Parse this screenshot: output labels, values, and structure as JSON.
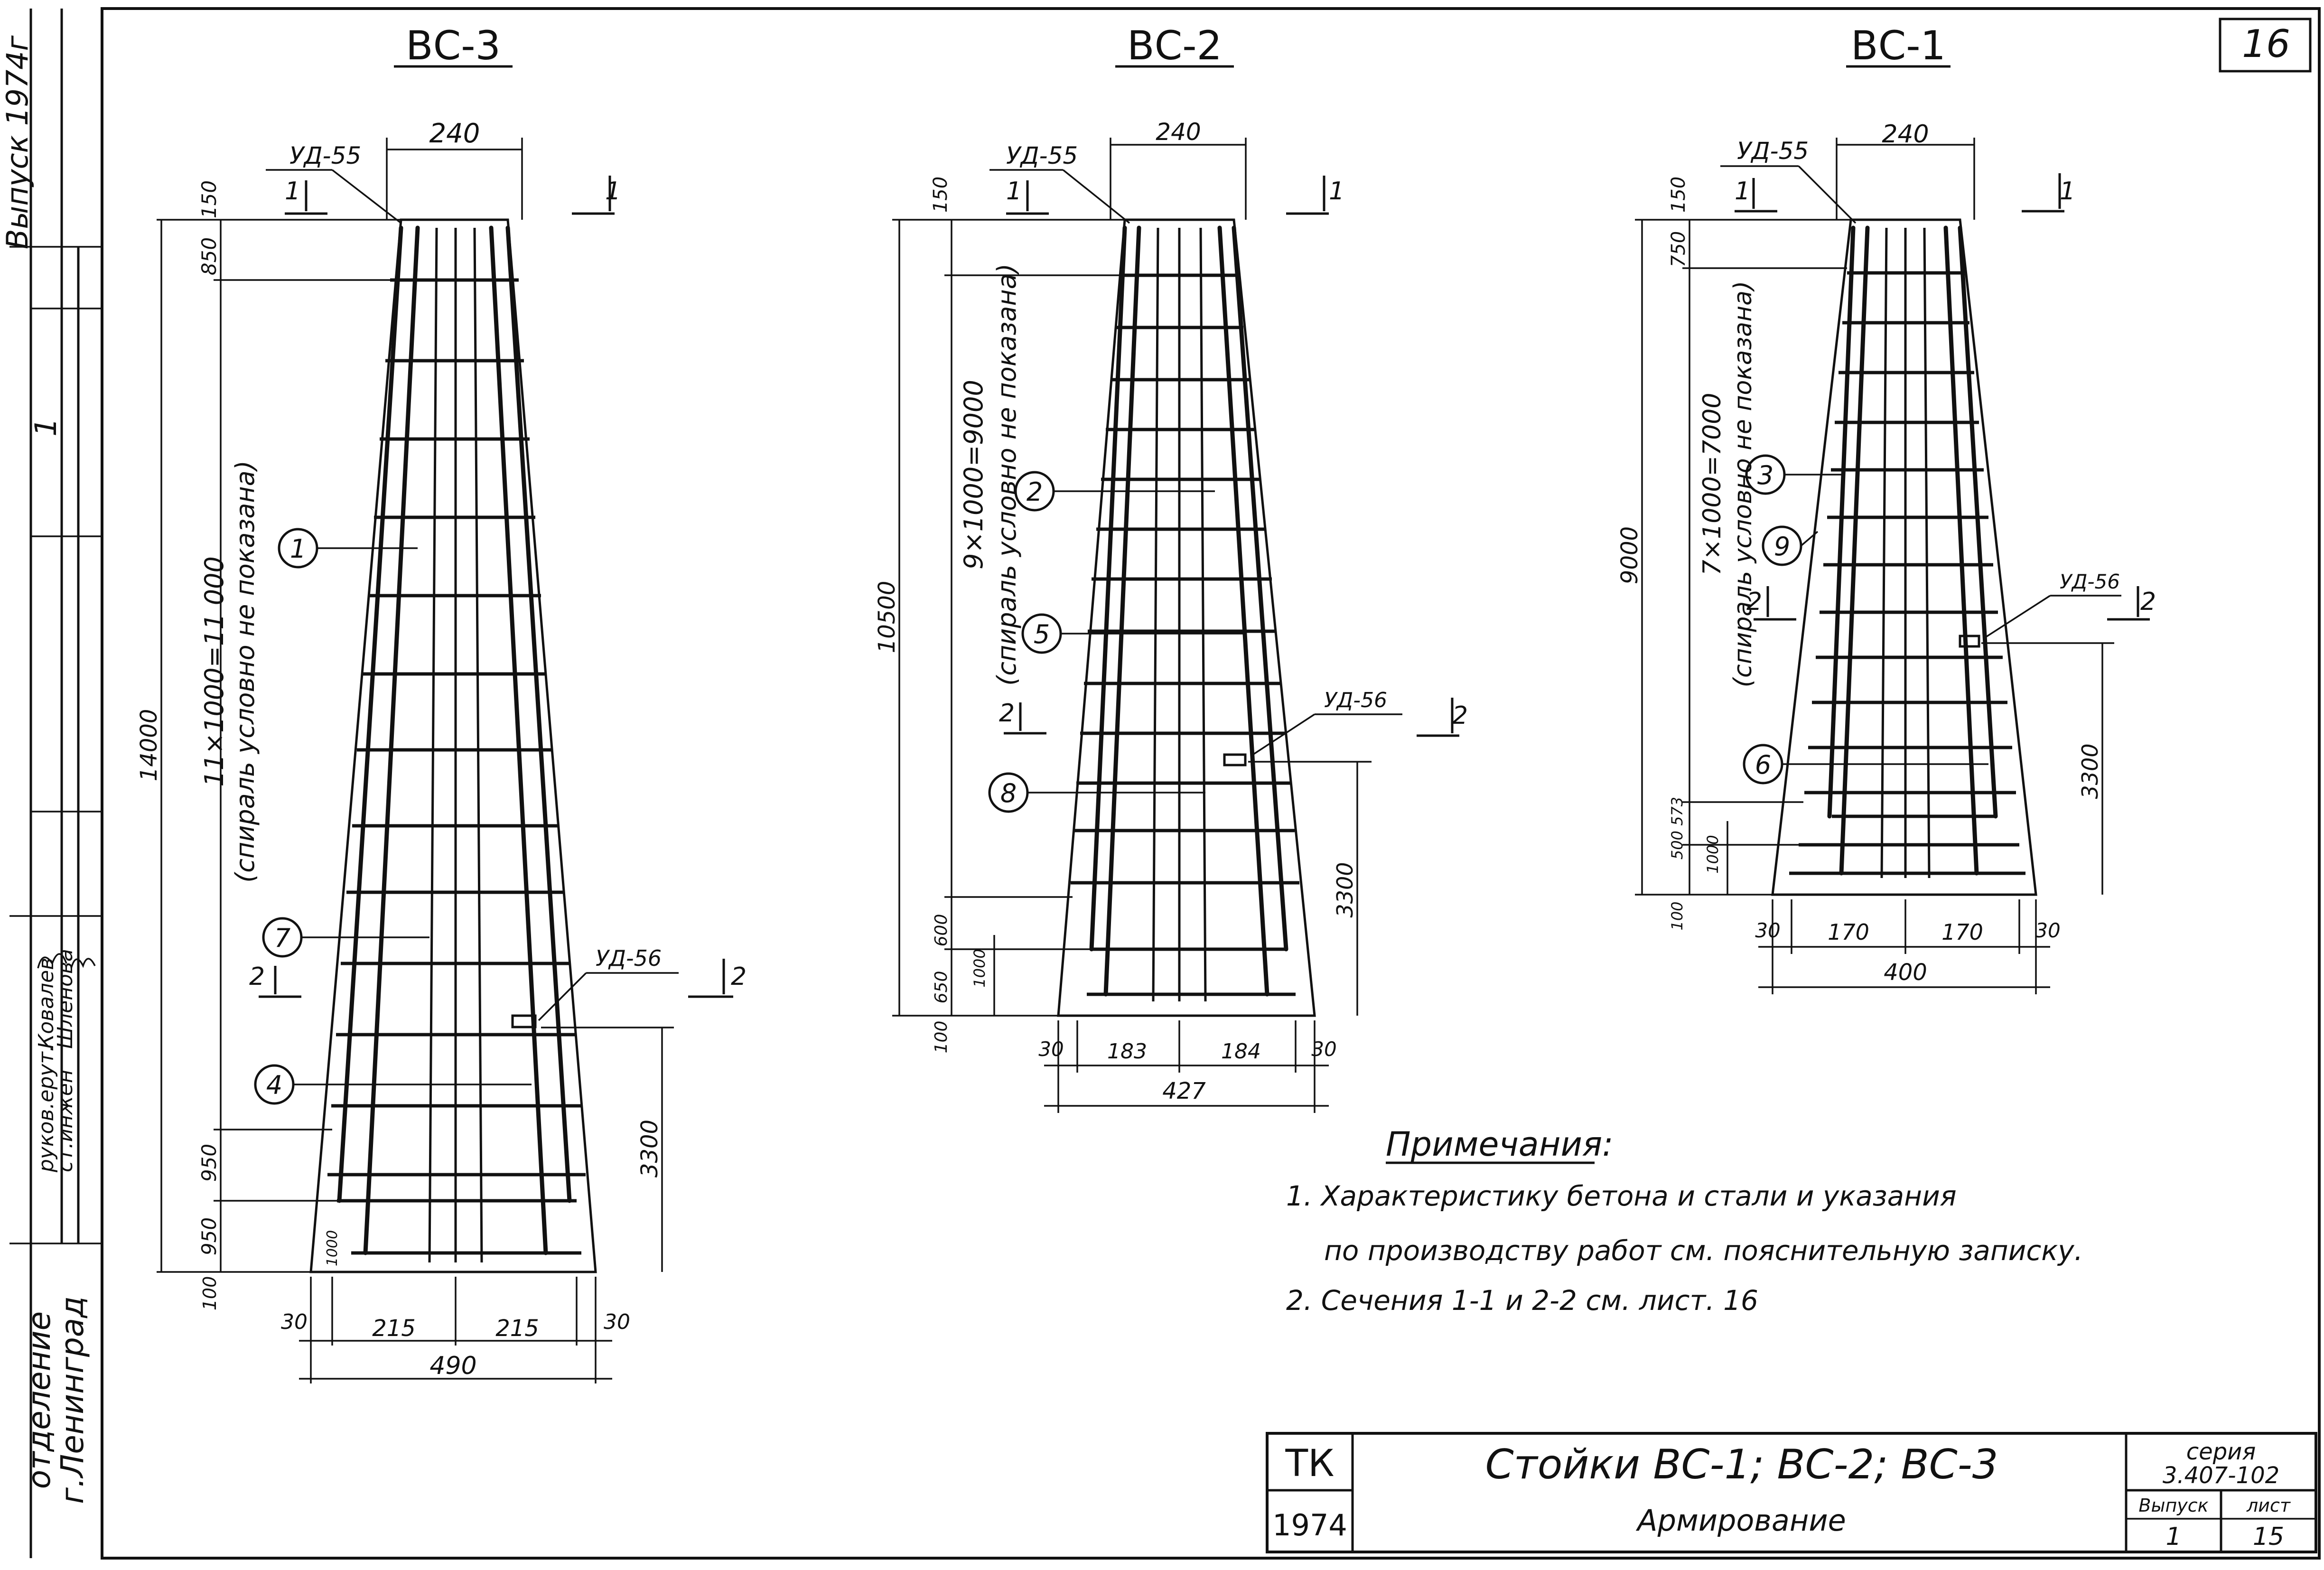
{
  "sheet": {
    "number": "16"
  },
  "stamp": {
    "issue": "Выпуск 1974г",
    "mark": "1",
    "role_1": "руков.ерут.",
    "role_2": "ст.инжен",
    "name_1": "Ковалев",
    "name_2": "Шленова",
    "department": "отделение",
    "city": "г.Ленинград"
  },
  "columns": {
    "bc3": {
      "title": "ВС-3",
      "top_width": "240",
      "ud55": "УД-55",
      "ud56": "УД-56",
      "section1": "1",
      "section2": "2",
      "dim_top": "150",
      "dim_first": "850",
      "height": "14000",
      "dim_bottom_a": "950",
      "dim_bottom_b": "950",
      "dim_base": "100",
      "spiral_pitch": "11×1000=11 000",
      "spiral_note": "(спираль условно не показана)",
      "inner_spacing": "1000",
      "cover_left": "30",
      "half_left": "215",
      "half_right": "215",
      "cover_right": "30",
      "base_width": "490",
      "dim_ud56": "3300",
      "callouts": [
        "1",
        "7",
        "4"
      ]
    },
    "bc2": {
      "title": "ВС-2",
      "top_width": "240",
      "ud55": "УД-55",
      "ud56": "УД-56",
      "section1": "1",
      "section2": "2",
      "dim_top": "150",
      "height": "10500",
      "dim_bottom_a": "600",
      "dim_bottom_b": "650",
      "dim_base": "100",
      "spiral_pitch": "9×1000=9000",
      "spiral_note": "(спираль условно не показана)",
      "inner_spacing": "1000",
      "cover_left": "30",
      "half_left": "183",
      "half_right": "184",
      "cover_right": "30",
      "base_width": "427",
      "dim_ud56": "3300",
      "callouts": [
        "2",
        "5",
        "8"
      ]
    },
    "bc1": {
      "title": "ВС-1",
      "top_width": "240",
      "ud55": "УД-55",
      "ud56": "УД-56",
      "section1": "1",
      "section2": "2",
      "dim_top": "150",
      "dim_first": "750",
      "height": "9000",
      "dim_bottom_a": "500 573",
      "dim_base": "100",
      "spiral_pitch": "7×1000=7000",
      "spiral_note": "(спираль условно не показана)",
      "inner_spacing": "1000",
      "cover_left": "30",
      "half_left": "170",
      "half_right": "170",
      "cover_right": "30",
      "base_width": "400",
      "dim_ud56": "3300",
      "callouts": [
        "3",
        "9",
        "6"
      ]
    }
  },
  "notes": {
    "heading": "Примечания:",
    "items": [
      "1. Характеристику бетона и стали и указания",
      "по производству работ см. пояснительную записку.",
      "2. Сечения 1-1 и 2-2 см. лист. 16"
    ]
  },
  "title_block": {
    "org": "ТК",
    "year": "1974",
    "title": "Стойки ВС-1; ВС-2; ВС-3",
    "subtitle": "Армирование",
    "series_label": "серия",
    "series": "3.407-102",
    "issue_label": "Выпуск",
    "sheet_label": "лист",
    "issue": "1",
    "sheet": "15"
  }
}
